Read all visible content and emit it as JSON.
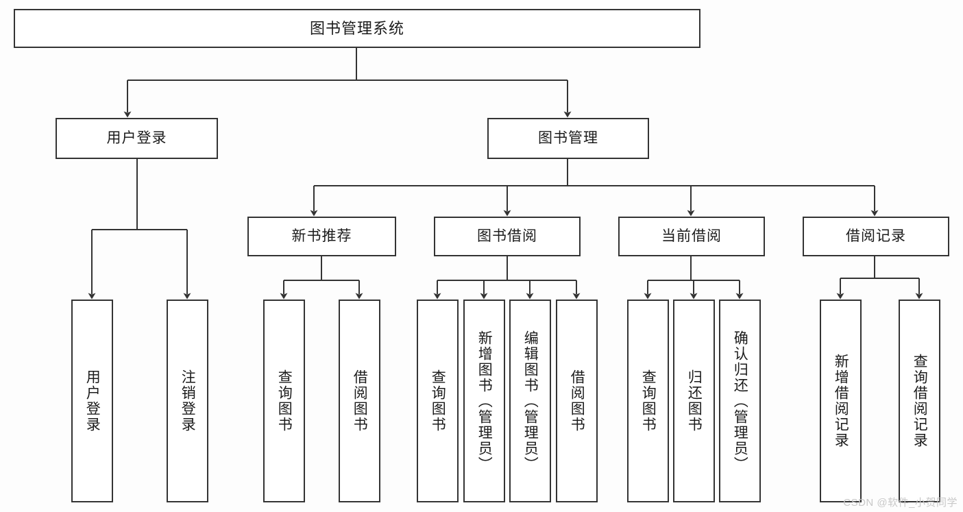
{
  "diagram": {
    "type": "tree",
    "title": "图书管理系统",
    "orientation": "top-down",
    "colors": {
      "background": "#fdfdfd",
      "box_fill": "#ffffff",
      "box_stroke": "#333333",
      "connector": "#333333",
      "text": "#1b1b1b",
      "watermark": "#c8c8c8"
    },
    "watermark": "CSDN @软件_小贺同学",
    "nodes": {
      "root": {
        "label": "图书管理系统",
        "level": 0
      },
      "level1": [
        {
          "id": "user-login",
          "label": "用户登录"
        },
        {
          "id": "book-manage",
          "label": "图书管理"
        }
      ],
      "level2": [
        {
          "id": "new-book-rec",
          "label": "新书推荐",
          "parent": "book-manage"
        },
        {
          "id": "book-borrow",
          "label": "图书借阅",
          "parent": "book-manage"
        },
        {
          "id": "current-borrow",
          "label": "当前借阅",
          "parent": "book-manage"
        },
        {
          "id": "borrow-record",
          "label": "借阅记录",
          "parent": "book-manage"
        }
      ],
      "leaves": {
        "user-login": [
          {
            "id": "leaf-user-login",
            "label": "用户登录"
          },
          {
            "id": "leaf-user-logout",
            "label": "注销登录"
          }
        ],
        "new-book-rec": [
          {
            "id": "leaf-query-book-1",
            "label": "查询图书"
          },
          {
            "id": "leaf-borrow-book-1",
            "label": "借阅图书"
          }
        ],
        "book-borrow": [
          {
            "id": "leaf-query-book-2",
            "label": "查询图书"
          },
          {
            "id": "leaf-add-book",
            "label": "新增图书（管理员）"
          },
          {
            "id": "leaf-edit-book",
            "label": "编辑图书（管理员）"
          },
          {
            "id": "leaf-borrow-book-2",
            "label": "借阅图书"
          }
        ],
        "current-borrow": [
          {
            "id": "leaf-query-book-3",
            "label": "查询图书"
          },
          {
            "id": "leaf-return-book",
            "label": "归还图书"
          },
          {
            "id": "leaf-confirm-return",
            "label": "确认归还（管理员）"
          }
        ],
        "borrow-record": [
          {
            "id": "leaf-add-record",
            "label": "新增借阅记录"
          },
          {
            "id": "leaf-query-record",
            "label": "查询借阅记录"
          }
        ]
      }
    }
  }
}
